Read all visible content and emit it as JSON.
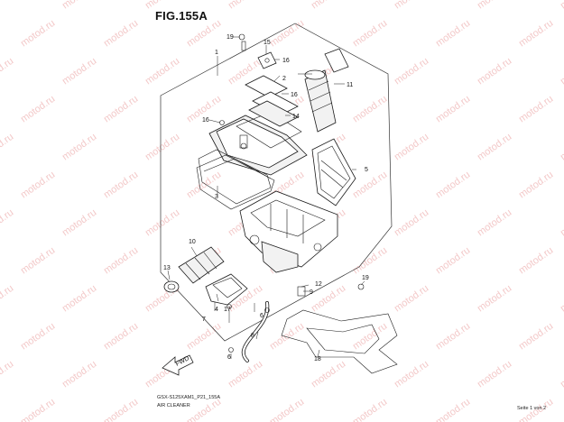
{
  "figure": {
    "title": "FIG.155A",
    "model_code": "GSX-S125XAM1_P21_155A",
    "caption": "AIR CLEANER",
    "page": "Seite 1 von 2"
  },
  "watermark": "motod.ru",
  "callouts": [
    "1",
    "2",
    "3",
    "4",
    "5",
    "6",
    "6",
    "7",
    "8",
    "9",
    "10",
    "11",
    "12",
    "13",
    "14",
    "15",
    "16",
    "16",
    "16",
    "17",
    "18",
    "19",
    "19"
  ],
  "fwd_label": "FWD"
}
